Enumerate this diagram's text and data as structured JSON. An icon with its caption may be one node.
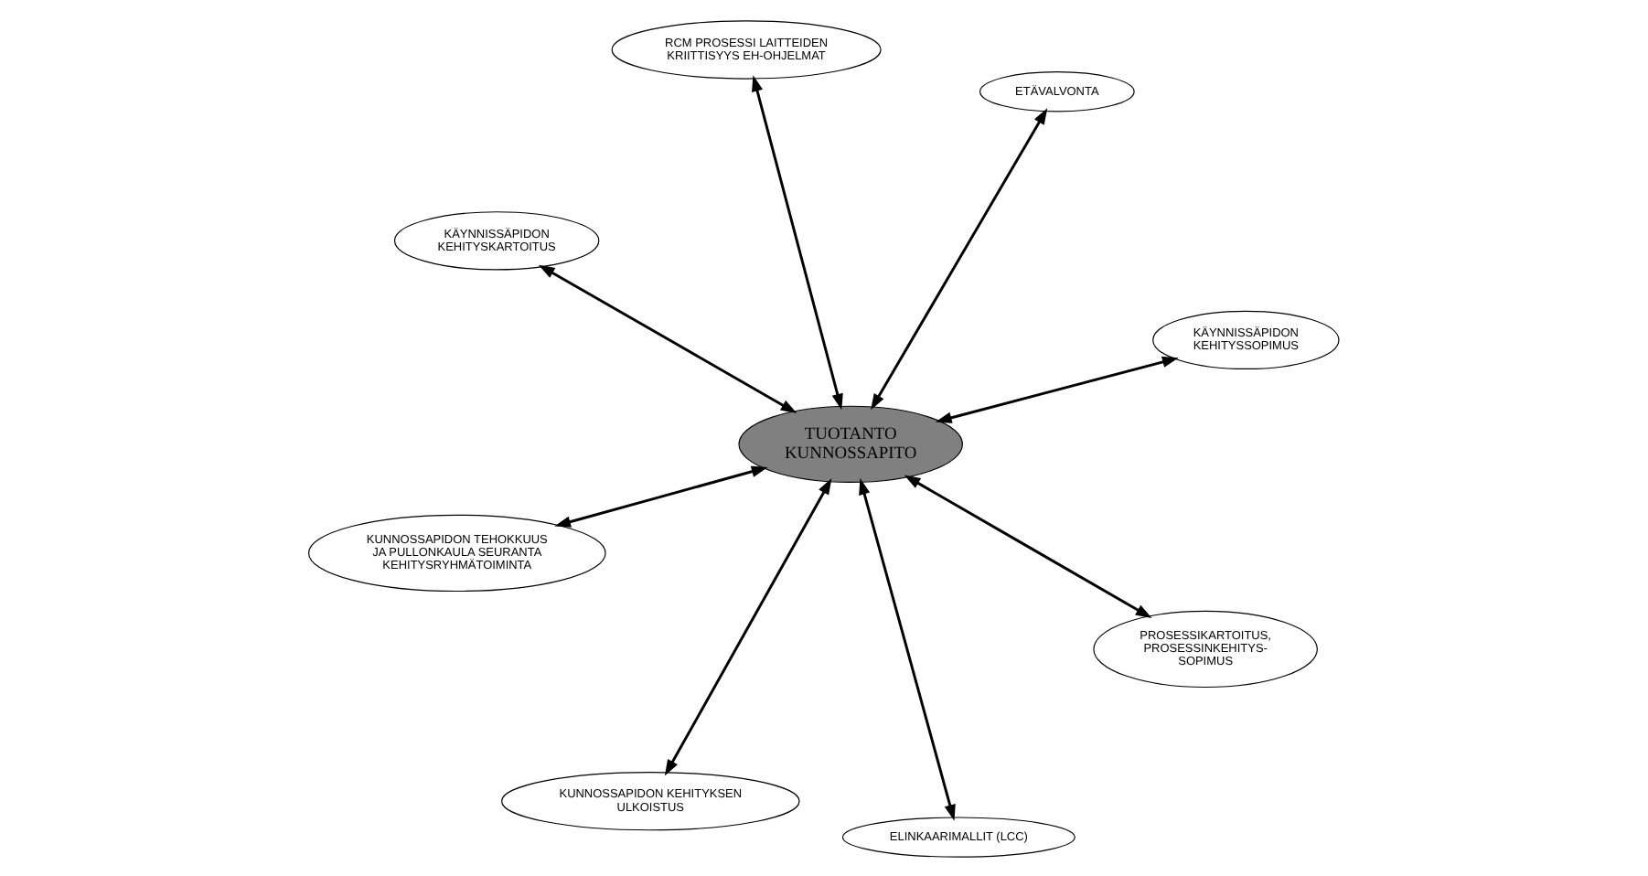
{
  "diagram": {
    "nodes": [
      {
        "text": [
          "TUOTANTO KUNNOSSAPITO"
        ]
      },
      {
        "text": [
          "KÄYNNISSÄPIDON KEHITYSSOPIMUS"
        ]
      },
      {
        "text": [
          "KUNNOSSAPIDON KEHITYKSEN ULKOISTUS"
        ]
      },
      {
        "text": [
          "KÄYNNISSÄPIDON KEHITYSKARTOITUS"
        ]
      },
      {
        "text": [
          "ETÄVALVONTA"
        ]
      },
      {
        "text": [
          "RCM PROSESSI LAITTEIDEN KRIITTISYYS EH-OHJELMAT"
        ]
      },
      {
        "text": [
          "KUNNOSSAPIDON TEHOKKUUS JA PULLONKAULA SEURANTA KEHITYSRYHMÄTOIMINTA"
        ]
      },
      {
        "text": [
          "PROSESSIKARTOITUS, PROSESSINKEHITYS- SOPIMUS"
        ]
      },
      {
        "text": [
          "ELINKAARIMALLIT (LCC)"
        ]
      }
    ],
    "edges": [
      {
        "from": 0,
        "to": 1,
        "arrow": "both"
      },
      {
        "from": 0,
        "to": 2,
        "arrow": "both"
      },
      {
        "from": 0,
        "to": 3,
        "arrow": "both"
      },
      {
        "from": 0,
        "to": 4,
        "arrow": "both"
      },
      {
        "from": 0,
        "to": 5,
        "arrow": "both"
      },
      {
        "from": 0,
        "to": 6,
        "arrow": "both"
      },
      {
        "from": 0,
        "to": 7,
        "arrow": "both"
      },
      {
        "from": 0,
        "to": 8,
        "arrow": "both"
      }
    ]
  }
}
